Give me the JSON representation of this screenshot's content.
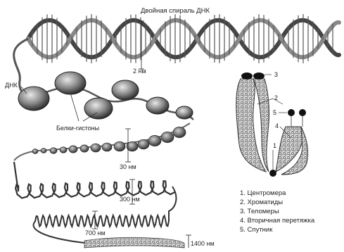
{
  "labels": {
    "dna_helix": "Двойная спираль ДНК",
    "nm2": "2 нм",
    "dna": "ДНК",
    "histones": "Белки-гистоны",
    "nm30": "30 нм",
    "nm300": "300 нм",
    "nm700": "700 нм",
    "nm1400": "1400 нм"
  },
  "chromosome_numbers": [
    "1",
    "2",
    "3",
    "4",
    "5"
  ],
  "legend": [
    "1. Центромера",
    "2. Хроматиды",
    "3. Теломеры",
    "4. Вторичная перетяжка",
    "5. Спутник"
  ]
}
